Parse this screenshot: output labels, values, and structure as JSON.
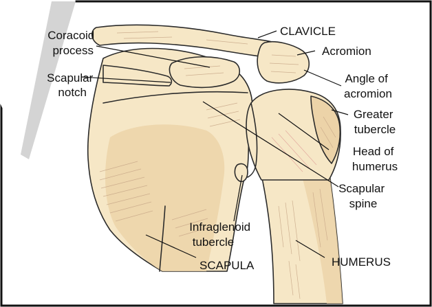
{
  "labels": {
    "coracoid_process": [
      "Coracoid",
      "process"
    ],
    "clavicle": "CLAVICLE",
    "acromion": "Acromion",
    "scapular_notch": [
      "Scapular",
      "notch"
    ],
    "angle_of_acromion": [
      "Angle of",
      "acromion"
    ],
    "greater_tubercle": [
      "Greater",
      "tubercle"
    ],
    "head_of_humerus": [
      "Head of",
      "humerus"
    ],
    "scapular_spine": [
      "Scapular",
      "spine"
    ],
    "infraglenoid_tubercle": [
      "Infraglenoid",
      "tubercle"
    ],
    "scapula": "SCAPULA",
    "humerus": "HUMERUS"
  },
  "colors": {
    "bone_fill": "#f6e7c6",
    "bone_shade": "#ecd3a8",
    "outline": "#2a2a2a",
    "frame": "#111111",
    "background": "#ffffff"
  }
}
